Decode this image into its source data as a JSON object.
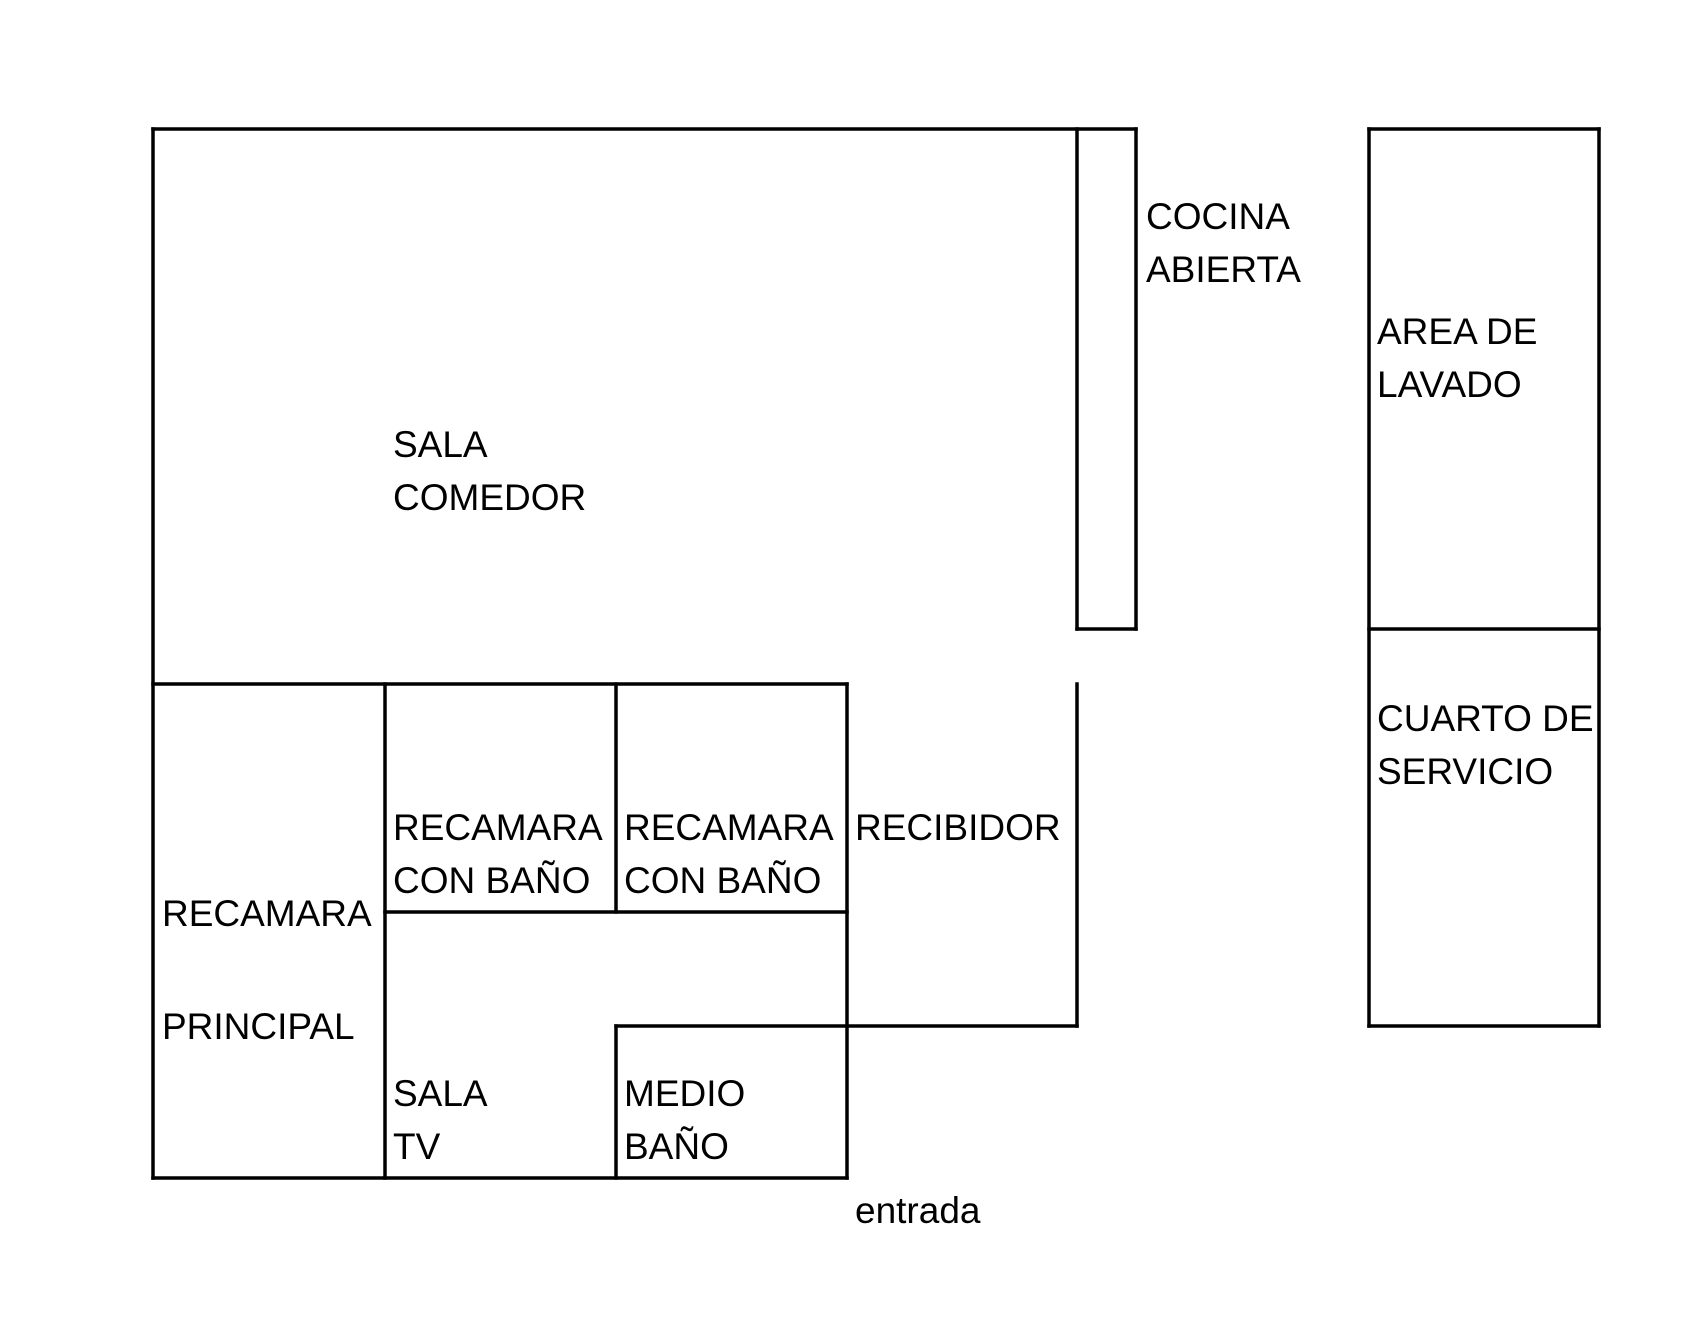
{
  "rooms": {
    "sala_comedor": {
      "line1": "SALA",
      "line2": "COMEDOR"
    },
    "cocina_abierta": {
      "line1": "COCINA",
      "line2": "ABIERTA"
    },
    "area_de_lavado": {
      "line1": "AREA DE",
      "line2": "LAVADO"
    },
    "cuarto_de_servicio": {
      "line1": "CUARTO DE",
      "line2": "SERVICIO"
    },
    "recamara_principal": {
      "line1": "RECAMARA",
      "line2": "PRINCIPAL"
    },
    "recamara_con_bano_1": {
      "line1": "RECAMARA",
      "line2": "CON BAÑO"
    },
    "recamara_con_bano_2": {
      "line1": "RECAMARA",
      "line2": "CON BAÑO"
    },
    "recibidor": {
      "line1": "RECIBIDOR"
    },
    "sala_tv": {
      "line1": "SALA",
      "line2": "TV"
    },
    "medio_bano": {
      "line1": "MEDIO",
      "line2": "BAÑO"
    }
  },
  "entrance_label": "entrada",
  "colors": {
    "walls": "#000000",
    "background": "#ffffff",
    "text": "#000000"
  }
}
